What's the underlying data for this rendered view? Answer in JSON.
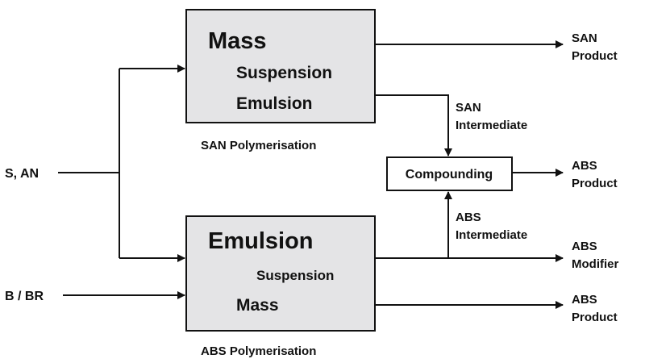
{
  "inputs": {
    "s_an": "S, AN",
    "b_br": "B / BR"
  },
  "san_block": {
    "line1": "Mass",
    "line2": "Suspension",
    "line3": "Emulsion",
    "caption": "SAN Polymerisation"
  },
  "abs_block": {
    "line1": "Emulsion",
    "line2": "Suspension",
    "line3": "Mass",
    "caption": "ABS Polymerisation"
  },
  "compounding": {
    "label": "Compounding"
  },
  "intermediates": {
    "san": [
      "SAN",
      "Intermediate"
    ],
    "abs": [
      "ABS",
      "Intermediate"
    ]
  },
  "outputs": {
    "san_product": [
      "SAN",
      "Product"
    ],
    "abs_product_compounded": [
      "ABS",
      "Product"
    ],
    "abs_modifier": [
      "ABS",
      "Modifier"
    ],
    "abs_product_direct": [
      "ABS",
      "Product"
    ]
  }
}
